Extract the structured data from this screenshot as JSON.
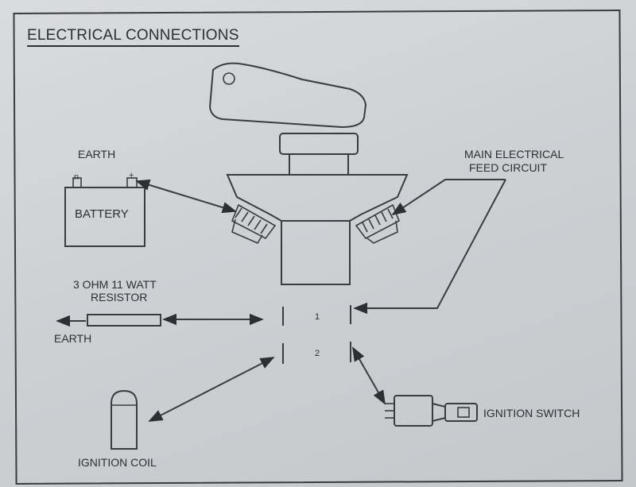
{
  "title": "ELECTRICAL CONNECTIONS",
  "labels": {
    "earth_top": "EARTH",
    "battery": "BATTERY",
    "battery_neg": "n",
    "battery_pos": "+",
    "main_feed_line1": "MAIN ELECTRICAL",
    "main_feed_line2": "FEED CIRCUIT",
    "resistor_line1": "3 OHM 11 WATT",
    "resistor_line2": "RESISTOR",
    "earth_bottom": "EARTH",
    "terminal_1": "1",
    "terminal_2": "2",
    "ignition_coil": "IGNITION COIL",
    "ignition_switch": "IGNITION SWITCH"
  }
}
